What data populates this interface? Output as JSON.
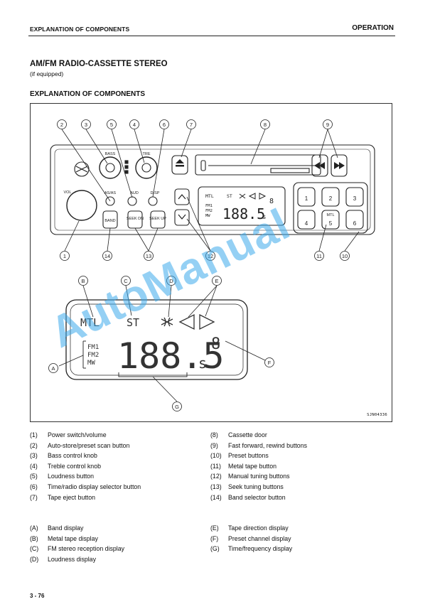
{
  "header": {
    "left": "EXPLANATION OF COMPONENTS",
    "right": "OPERATION"
  },
  "title": "AM/FM RADIO-CASSETTE STEREO",
  "subtitle": "(if equipped)",
  "section_title": "EXPLANATION OF COMPONENTS",
  "figure": {
    "code": "SJN04336",
    "callouts_numeric": [
      "1",
      "2",
      "3",
      "4",
      "5",
      "6",
      "7",
      "8",
      "9",
      "10",
      "11",
      "12",
      "13",
      "14"
    ],
    "callouts_alpha": [
      "A",
      "B",
      "C",
      "D",
      "E",
      "F",
      "G"
    ],
    "panel": {
      "bass": "BASS",
      "treble": "TRE",
      "vol": "VOL",
      "as_ps": "AS/AS",
      "aud": "AUD",
      "disp": "DISP",
      "band": "BAND",
      "seek_dn": "SEEK DN",
      "seek_up": "SEEK UP",
      "mtl": "MTL",
      "preset_keys": [
        "1",
        "2",
        "3",
        "4",
        "5",
        "6"
      ]
    },
    "display": {
      "mtl": "MTL",
      "st": "ST",
      "bands": [
        "FM1",
        "FM2",
        "MW"
      ],
      "frequency": "188.5",
      "sub_digit": "s",
      "preset": "8"
    }
  },
  "legend_left": [
    {
      "num": "(1)",
      "text": "Power switch/volume"
    },
    {
      "num": "(2)",
      "text": "Auto-store/preset scan button"
    },
    {
      "num": "(3)",
      "text": "Bass control knob"
    },
    {
      "num": "(4)",
      "text": "Treble control knob"
    },
    {
      "num": "(5)",
      "text": "Loudness button"
    },
    {
      "num": "(6)",
      "text": "Time/radio display selector button"
    },
    {
      "num": "(7)",
      "text": "Tape eject button"
    }
  ],
  "legend_right": [
    {
      "num": "(8)",
      "text": "Cassette door"
    },
    {
      "num": "(9)",
      "text": "Fast forward, rewind buttons"
    },
    {
      "num": "(10)",
      "text": "Preset buttons"
    },
    {
      "num": "(11)",
      "text": "Metal tape button"
    },
    {
      "num": "(12)",
      "text": "Manual tuning buttons"
    },
    {
      "num": "(13)",
      "text": "Seek tuning buttons"
    },
    {
      "num": "(14)",
      "text": "Band selector button"
    }
  ],
  "legend2_left": [
    {
      "num": "(A)",
      "text": "Band display"
    },
    {
      "num": "(B)",
      "text": "Metal tape display"
    },
    {
      "num": "(C)",
      "text": "FM stereo reception display"
    },
    {
      "num": "(D)",
      "text": "Loudness display"
    }
  ],
  "legend2_right": [
    {
      "num": "(E)",
      "text": "Tape direction display"
    },
    {
      "num": "(F)",
      "text": "Preset channel display"
    },
    {
      "num": "(G)",
      "text": "Time/frequency display"
    }
  ],
  "page_number": "3 - 76",
  "watermark": "AutoManual"
}
